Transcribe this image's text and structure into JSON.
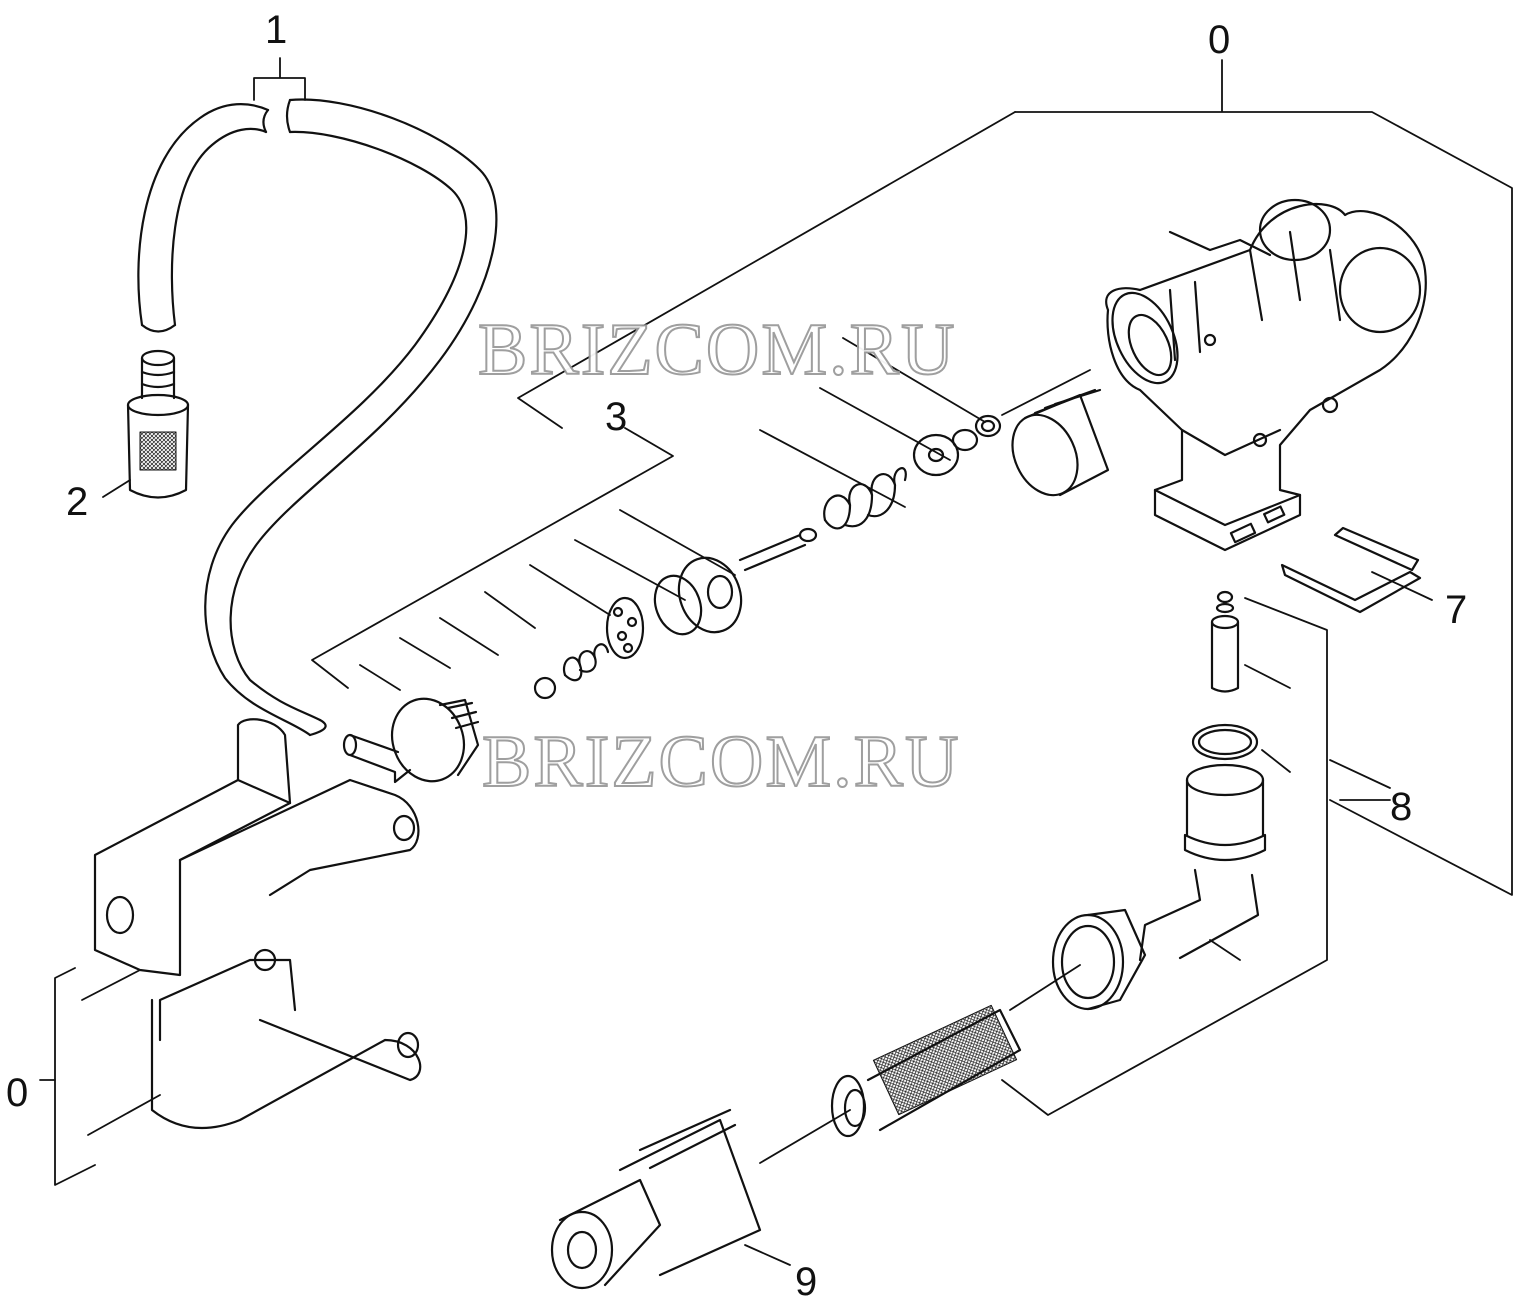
{
  "callouts": {
    "c1": "1",
    "c0_top": "0",
    "c2": "2",
    "c3": "3",
    "c7": "7",
    "c8": "8",
    "c0_left": "0",
    "c9": "9"
  },
  "watermarks": [
    "BRIZCOM.RU",
    "BRIZCOM.RU"
  ],
  "colors": {
    "line": "#111111",
    "watermark_stroke": "#9a9a9a"
  }
}
